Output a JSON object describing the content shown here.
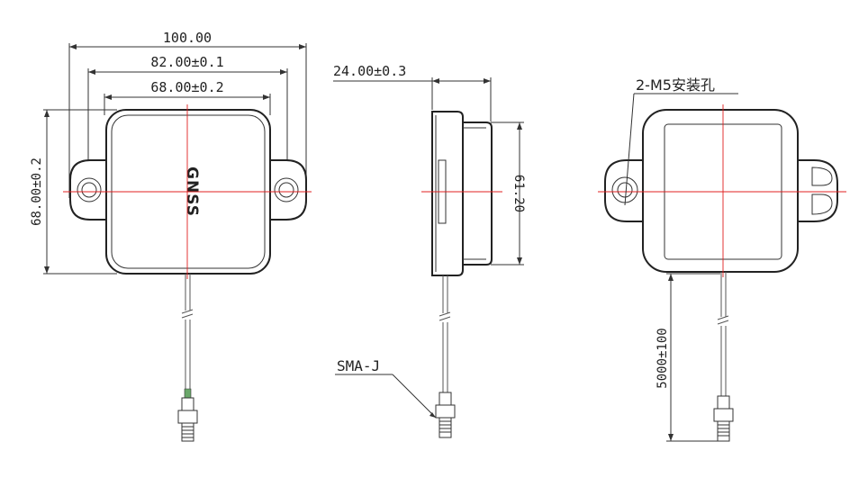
{
  "colors": {
    "line": "#222222",
    "centerline": "#e02020",
    "background": "#ffffff"
  },
  "front_view": {
    "dim_width_total": "100.00",
    "dim_hole_spacing": "82.00±0.1",
    "dim_body_width": "68.00±0.2",
    "dim_body_height": "68.00±0.2",
    "brand_text": "GNSS"
  },
  "side_view": {
    "dim_thickness": "24.00±0.3",
    "dim_height": "61.20",
    "connector_label": "SMA-J"
  },
  "back_view": {
    "hole_label": "2-M5安装孔",
    "cable_length": "5000±100"
  }
}
